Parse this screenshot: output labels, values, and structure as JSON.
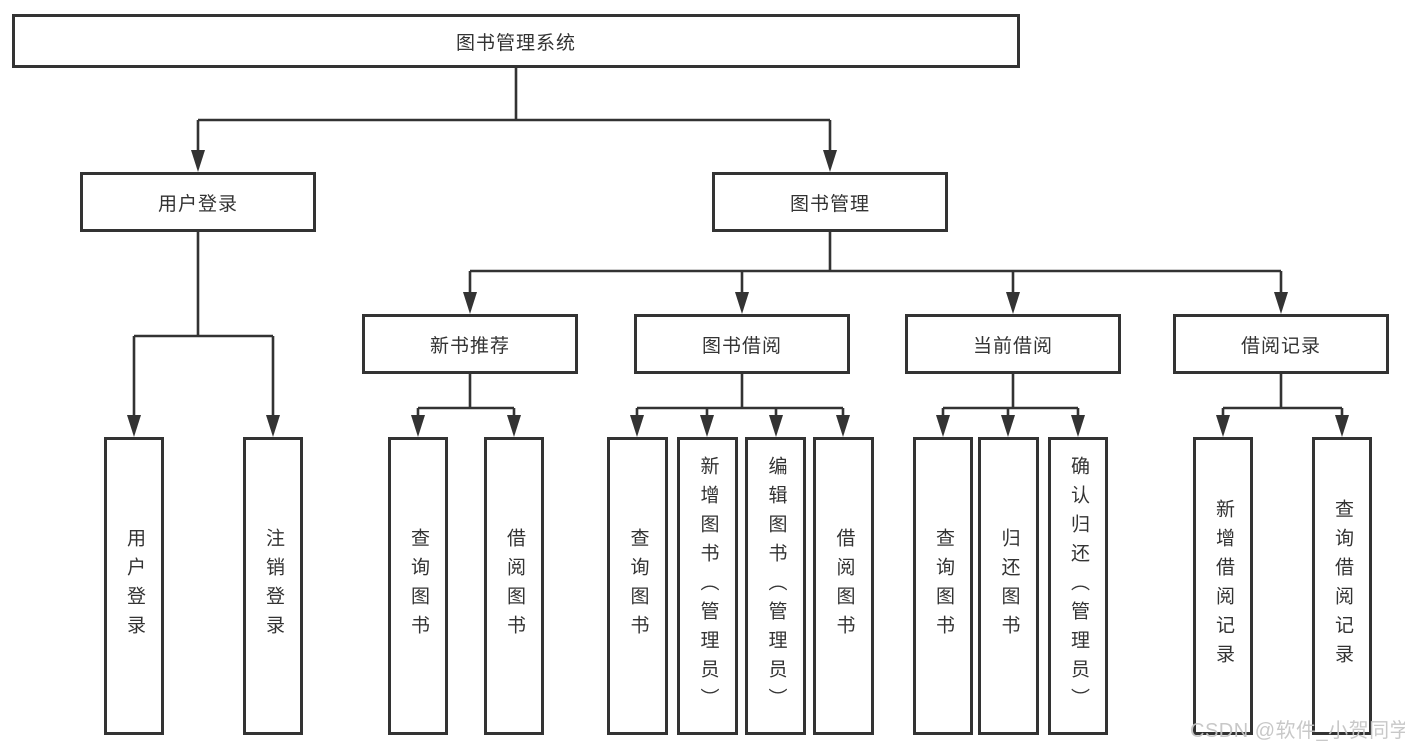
{
  "colors": {
    "border": "#333333",
    "line": "#333333",
    "text": "#333333",
    "watermark": "#c6c6c6",
    "box_bg": "#ffffff",
    "bg": "#ffffff"
  },
  "tree": {
    "root": {
      "label": "图书管理系统"
    },
    "branches": [
      {
        "label": "用户登录",
        "leaves": [
          {
            "label": "用户登录"
          },
          {
            "label": "注销登录"
          }
        ]
      },
      {
        "label": "图书管理",
        "groups": [
          {
            "label": "新书推荐",
            "leaves": [
              {
                "label": "查询图书"
              },
              {
                "label": "借阅图书"
              }
            ]
          },
          {
            "label": "图书借阅",
            "leaves": [
              {
                "label": "查询图书"
              },
              {
                "label": "新增图书（管理员）"
              },
              {
                "label": "编辑图书（管理员）"
              },
              {
                "label": "借阅图书"
              }
            ]
          },
          {
            "label": "当前借阅",
            "leaves": [
              {
                "label": "查询图书"
              },
              {
                "label": "归还图书"
              },
              {
                "label": "确认归还（管理员）"
              }
            ]
          },
          {
            "label": "借阅记录",
            "leaves": [
              {
                "label": "新增借阅记录"
              },
              {
                "label": "查询借阅记录"
              }
            ]
          }
        ]
      }
    ]
  },
  "watermark": {
    "text": "CSDN @软件_小贺同学"
  }
}
